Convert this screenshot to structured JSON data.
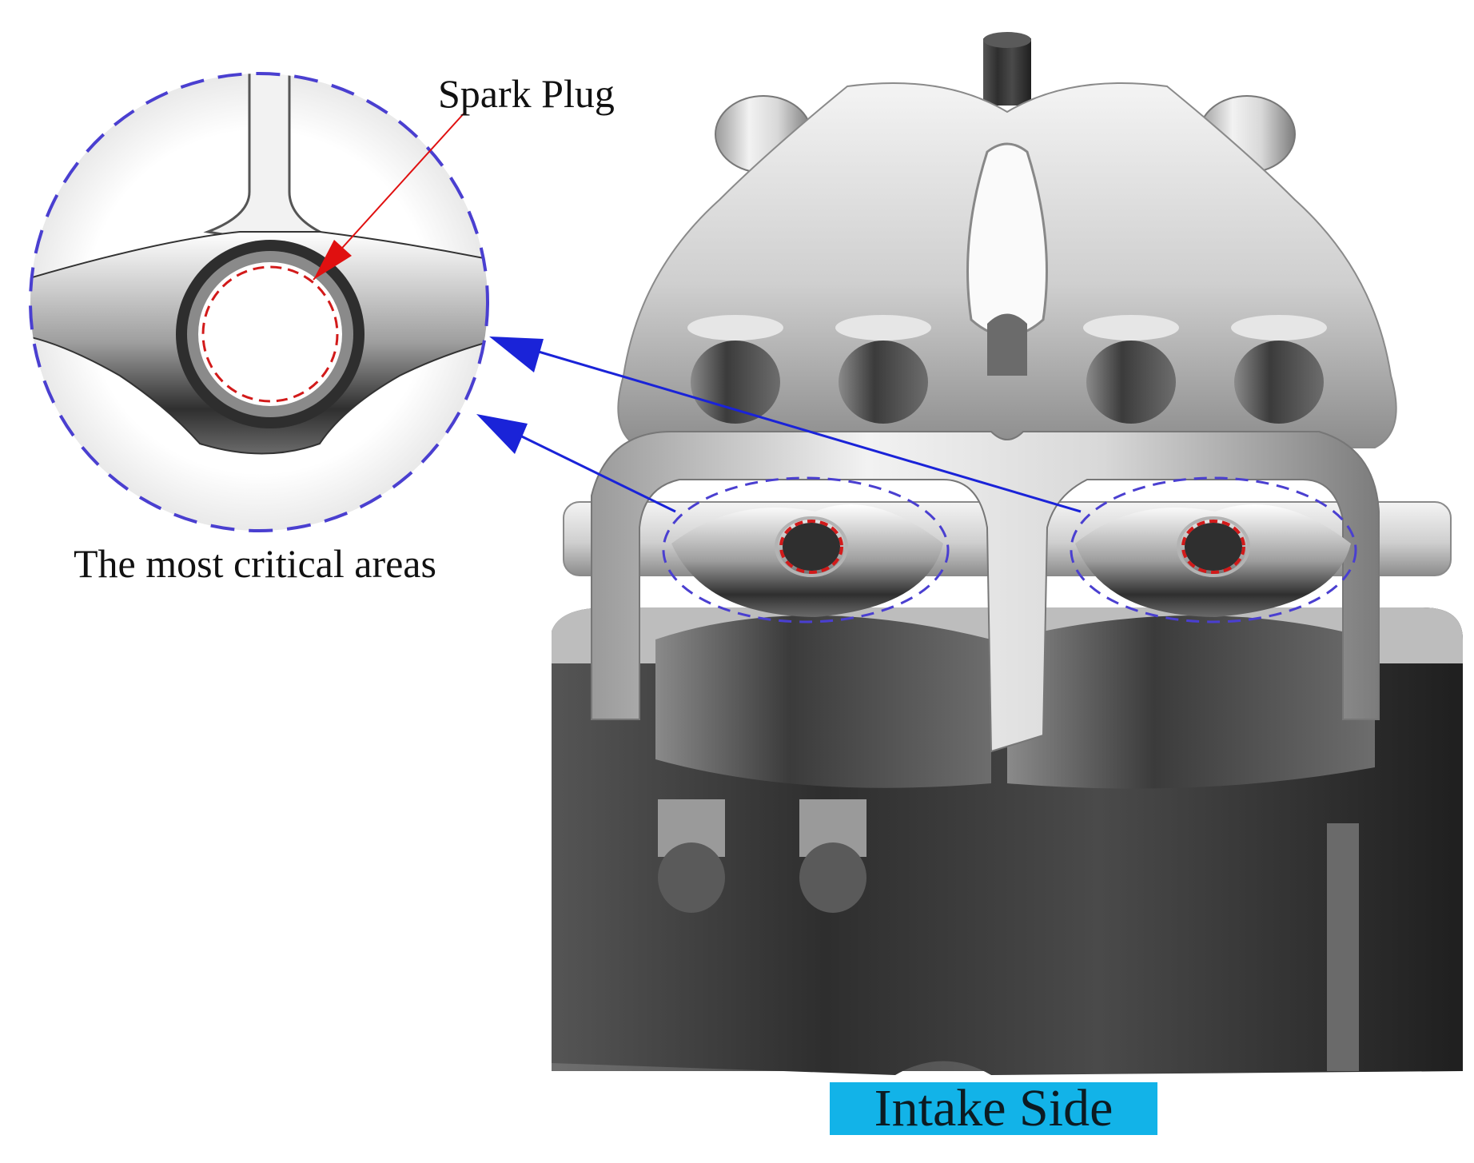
{
  "figure": {
    "labels": {
      "spark_plug": "Spark Plug",
      "critical_areas": "The most critical areas",
      "intake_side": "Intake Side"
    },
    "colors": {
      "callout_dash": "#4a3fd0",
      "spark_dash": "#d21a1a",
      "arrow_blue": "#1a23d8",
      "pointer_red": "#e01010",
      "intake_bg": "#12b3e8",
      "metal_light": "#eeeeee",
      "metal_mid": "#b4b4b4",
      "metal_dark": "#3a3a3a"
    }
  }
}
